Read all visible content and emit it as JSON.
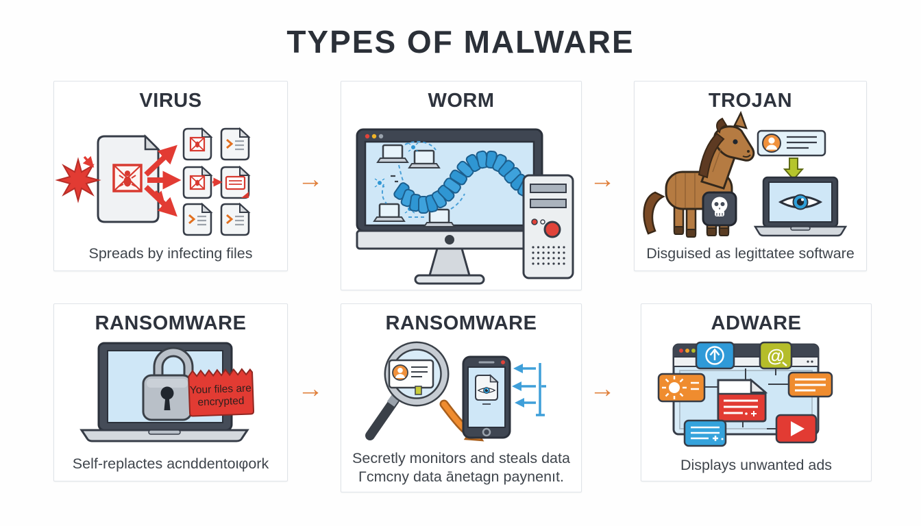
{
  "title": "TYPES OF MALWARE",
  "flow_arrow_char": "→",
  "panels": {
    "virus": {
      "heading": "VIRUS",
      "caption": "Spreads by infecting files"
    },
    "worm": {
      "heading": "WORM"
    },
    "trojan": {
      "heading": "TROJAN",
      "caption": "Disguised as legittatee software"
    },
    "ransomware_left": {
      "heading": "RANSOMWARE",
      "caption": "Self-replactes acnddentoιφork",
      "note_line1": "Your files are",
      "note_line2": "encrypted"
    },
    "ransomware_mid": {
      "heading": "RANSOMWARE",
      "caption_line1": "Secretly monitors and steals data",
      "caption_line2": "Γcmcny data ānetagn paynenıt."
    },
    "adware": {
      "heading": "ADWARE",
      "caption": "Displays unwanted ads",
      "at_symbol": "@"
    }
  },
  "colors": {
    "accent_red": "#e23b33",
    "accent_orange_arrow": "#e0803c",
    "accent_orange_tile": "#ef8c2f",
    "accent_blue": "#2f9ad8",
    "screen_blue": "#cfe7f7",
    "slate_dark": "#3f4652",
    "olive": "#b5bd2a",
    "chartreuse_arrow": "#b5c52c",
    "horse_brown": "#b57b42",
    "panel_border": "#dfe3e8",
    "text_dark": "#2e333d"
  }
}
